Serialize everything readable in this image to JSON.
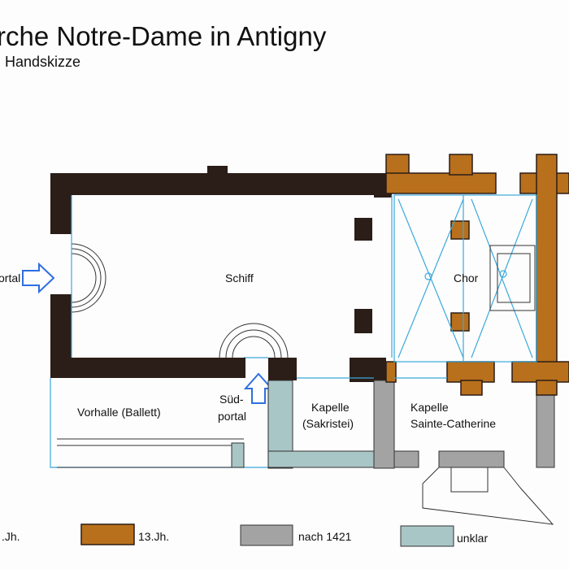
{
  "title": "rche Notre-Dame in Antigny",
  "subtitle": "Handskizze",
  "colors": {
    "romanesque": "#2b1d17",
    "c13": "#b8701c",
    "after1421": "#a3a3a3",
    "unclear": "#a9c6c6",
    "lines": "#3aa9dc"
  },
  "labels": {
    "portal": "ortal",
    "nave": "Schiff",
    "choir": "Chor",
    "porch": "Vorhalle (Ballett)",
    "south_portal_1": "Süd-",
    "south_portal_2": "portal",
    "chapel1_1": "Kapelle",
    "chapel1_2": "(Sakristei)",
    "chapel2_1": "Kapelle",
    "chapel2_2": "Sainte-Catherine"
  },
  "legend": [
    {
      "label": ".Jh."
    },
    {
      "label": "13.Jh."
    },
    {
      "label": "nach 1421"
    },
    {
      "label": "unklar"
    }
  ]
}
